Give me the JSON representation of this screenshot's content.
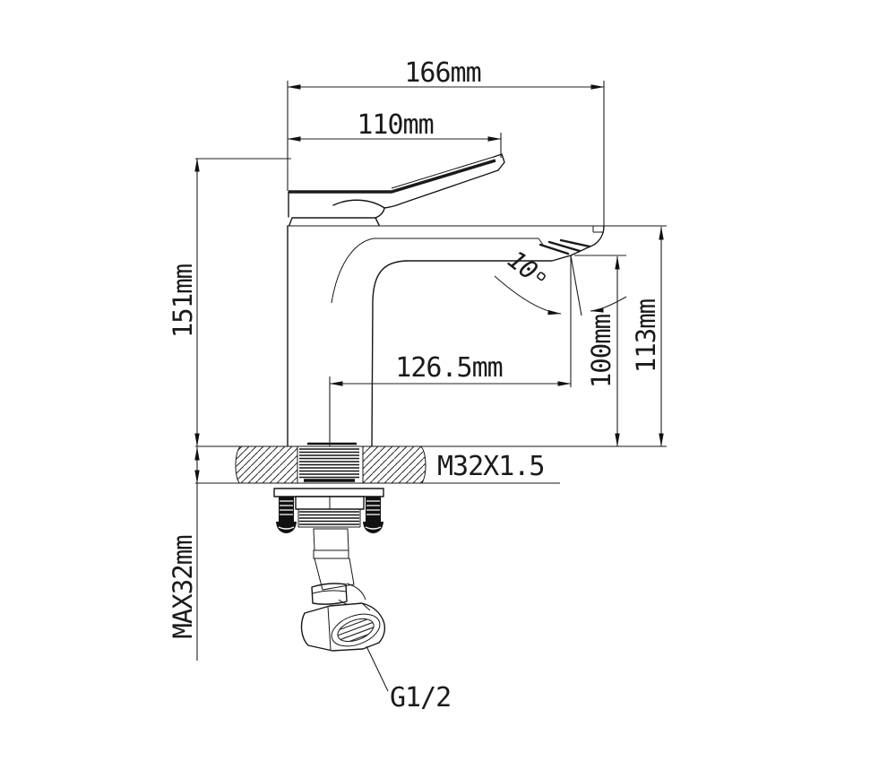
{
  "drawing": {
    "background": "#ffffff",
    "line_color": "#1a1a1a",
    "labels": {
      "width_overall": "166mm",
      "width_handle": "110mm",
      "height_overall": "151mm",
      "reach_spout": "126.5mm",
      "height_spout_outlet": "100mm",
      "height_spout_top": "113mm",
      "spout_angle": "10",
      "mount_thread": "M32X1.5",
      "max_counter_thickness": "MAX32mm",
      "inlet_thread": "G1/2"
    }
  }
}
